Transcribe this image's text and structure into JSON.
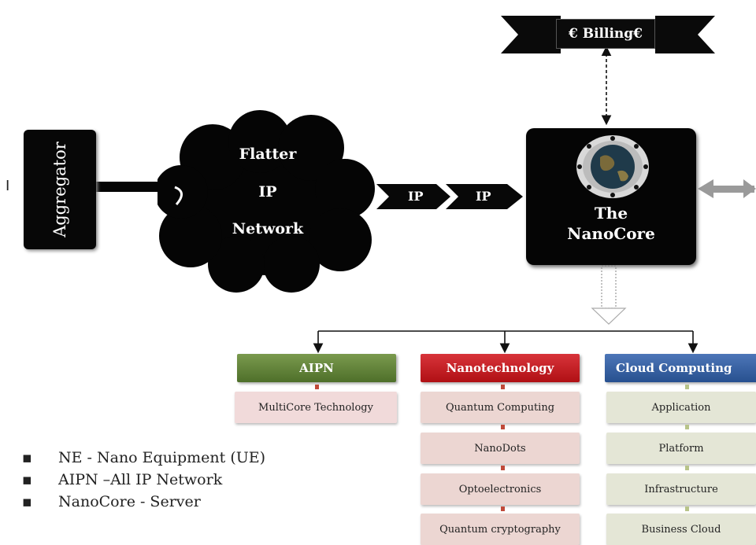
{
  "billing": {
    "label": "€ Billing€"
  },
  "aggregator": {
    "label": "Aggregator",
    "left_marker": "I"
  },
  "network": {
    "lines": [
      "Flatter",
      "IP",
      "Network"
    ]
  },
  "ip_arrows": [
    "IP",
    "IP"
  ],
  "nanocore": {
    "title_line1": "The",
    "title_line2": "NanoCore"
  },
  "categories": [
    {
      "title": "AIPN",
      "color": "#5f7f38",
      "items": [
        "MultiCore Technology"
      ]
    },
    {
      "title": "Nanotechnology",
      "color": "#c41f24",
      "items": [
        "Quantum Computing",
        "NanoDots",
        "Optoelectronics",
        "Quantum cryptography"
      ]
    },
    {
      "title": "Cloud Computing",
      "color": "#3561a4",
      "items": [
        "Application",
        "Platform",
        "Infrastructure",
        "Business Cloud"
      ]
    }
  ],
  "legend": [
    {
      "bullet": "▪",
      "text": "NE - Nano Equipment (UE)"
    },
    {
      "bullet": "▪",
      "text": "AIPN –All IP Network"
    },
    {
      "bullet": "▪",
      "text": "NanoCore - Server"
    }
  ]
}
